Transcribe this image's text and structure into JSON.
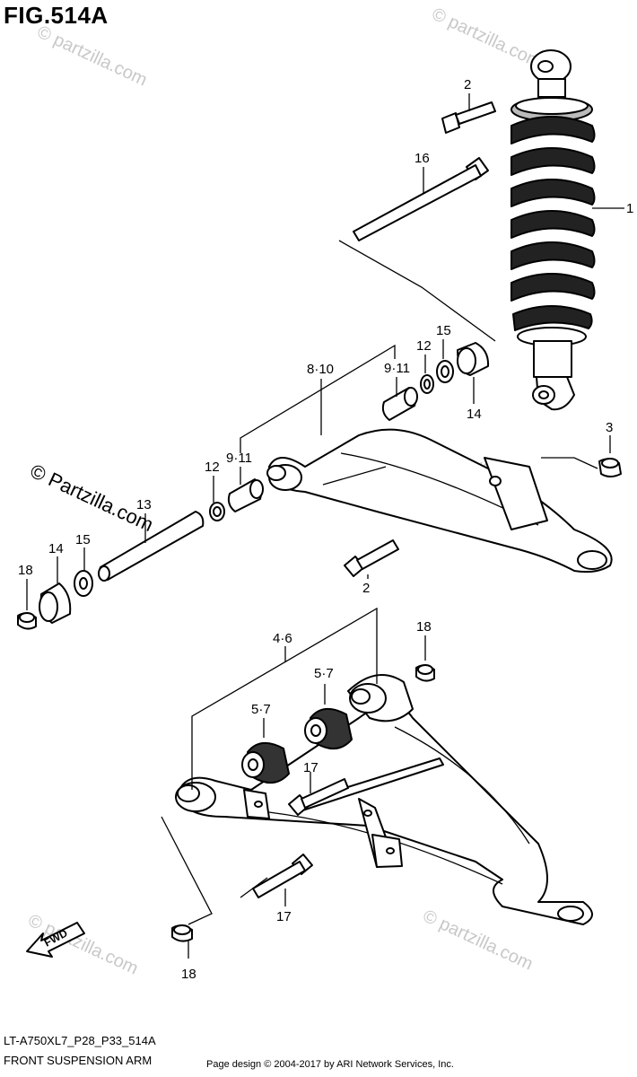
{
  "figure": {
    "title": "FIG.514A",
    "code": "LT-A750XL7_P28_P33_514A",
    "name": "FRONT SUSPENSION ARM",
    "copyright": "Page design © 2004-2017 by ARI Network Services, Inc."
  },
  "watermark": {
    "text": "© Partzilla.com",
    "text_short": "© partzilla.com"
  },
  "fwd_label": "FWD",
  "callouts": {
    "c1": "1",
    "c2a": "2",
    "c2b": "2",
    "c3": "3",
    "c16": "16",
    "c15a": "15",
    "c12a": "12",
    "c8_10": "8·10",
    "c9_11a": "9·11",
    "c14a": "14",
    "c12b": "12",
    "c9_11b": "9·11",
    "c13": "13",
    "c14b": "14",
    "c15b": "15",
    "c18a": "18",
    "c4_6": "4·6",
    "c18b": "18",
    "c5_7a": "5·7",
    "c5_7b": "5·7",
    "c17a": "17",
    "c17b": "17",
    "c18c": "18"
  }
}
